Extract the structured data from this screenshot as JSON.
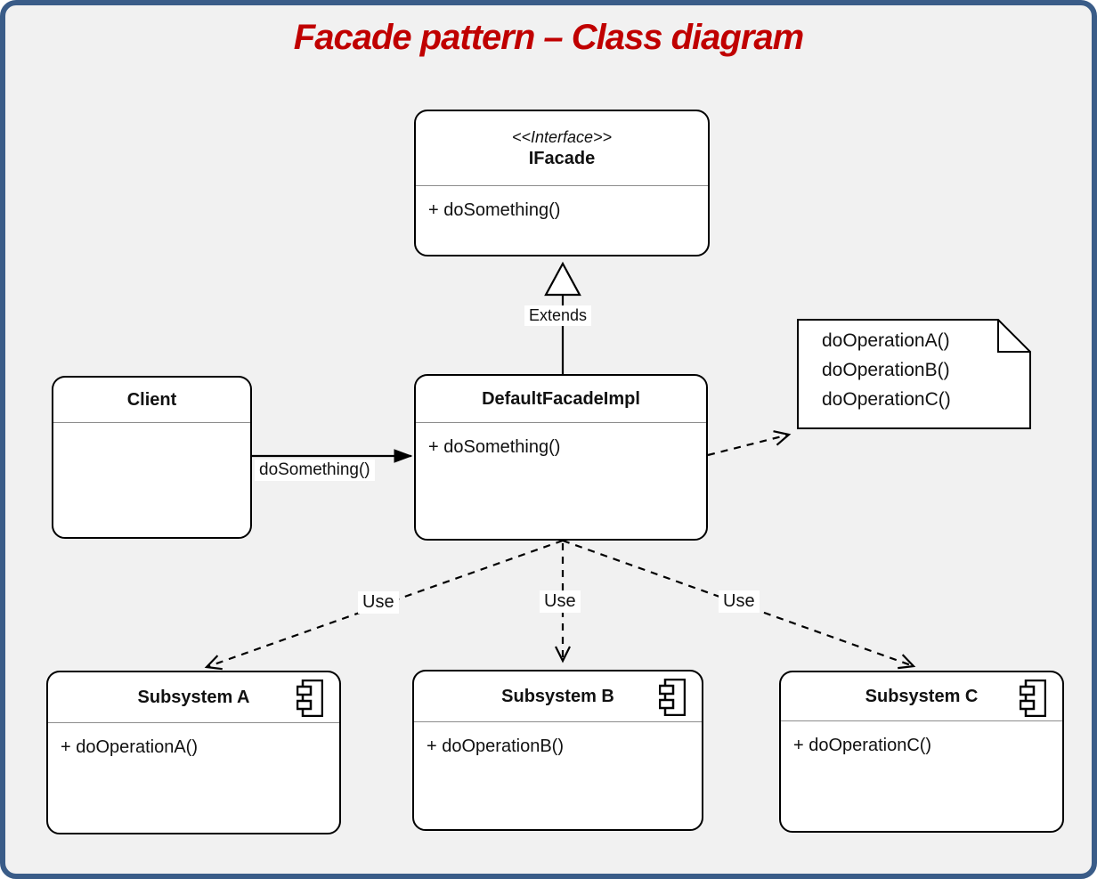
{
  "title": "Facade pattern – Class diagram",
  "classes": {
    "ifacade": {
      "stereotype": "<<Interface>>",
      "name": "IFacade",
      "method": "+ doSomething()"
    },
    "client": {
      "name": "Client"
    },
    "facade_impl": {
      "name": "DefaultFacadeImpl",
      "method": "+ doSomething()"
    },
    "subsystem_a": {
      "name": "Subsystem A",
      "method": "+ doOperationA()"
    },
    "subsystem_b": {
      "name": "Subsystem B",
      "method": "+ doOperationB()"
    },
    "subsystem_c": {
      "name": "Subsystem C",
      "method": "+ doOperationC()"
    }
  },
  "note": {
    "line1": "doOperationA()",
    "line2": "doOperationB()",
    "line3": "doOperationC()"
  },
  "edges": {
    "extends": "Extends",
    "client_call": "doSomething()",
    "use_a": "Use",
    "use_b": "Use",
    "use_c": "Use"
  },
  "colors": {
    "title": "#C00000",
    "frame": "#3A5C88",
    "canvas": "#F1F1F1"
  }
}
